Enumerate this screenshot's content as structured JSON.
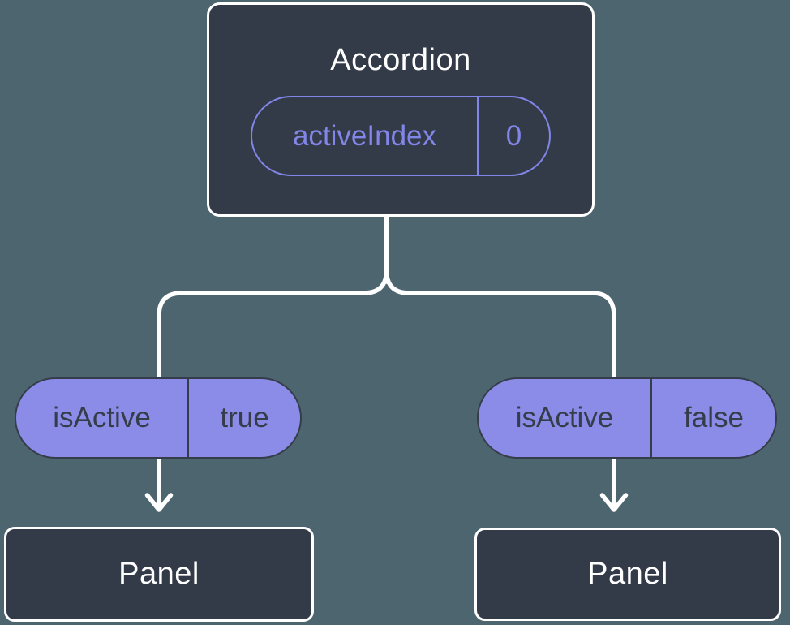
{
  "diagram": {
    "root": {
      "title": "Accordion",
      "prop": {
        "label": "activeIndex",
        "value": "0"
      }
    },
    "children": [
      {
        "state": {
          "label": "isActive",
          "value": "true"
        },
        "panel": "Panel"
      },
      {
        "state": {
          "label": "isActive",
          "value": "false"
        },
        "panel": "Panel"
      }
    ],
    "colors": {
      "background": "#4D656F",
      "node_fill": "#333A48",
      "node_border": "#FFFFFF",
      "accent_purple": "#8286E8",
      "state_pill_fill": "#8B8CE8",
      "state_pill_text": "#353D4B",
      "connector": "#FFFFFF"
    }
  }
}
